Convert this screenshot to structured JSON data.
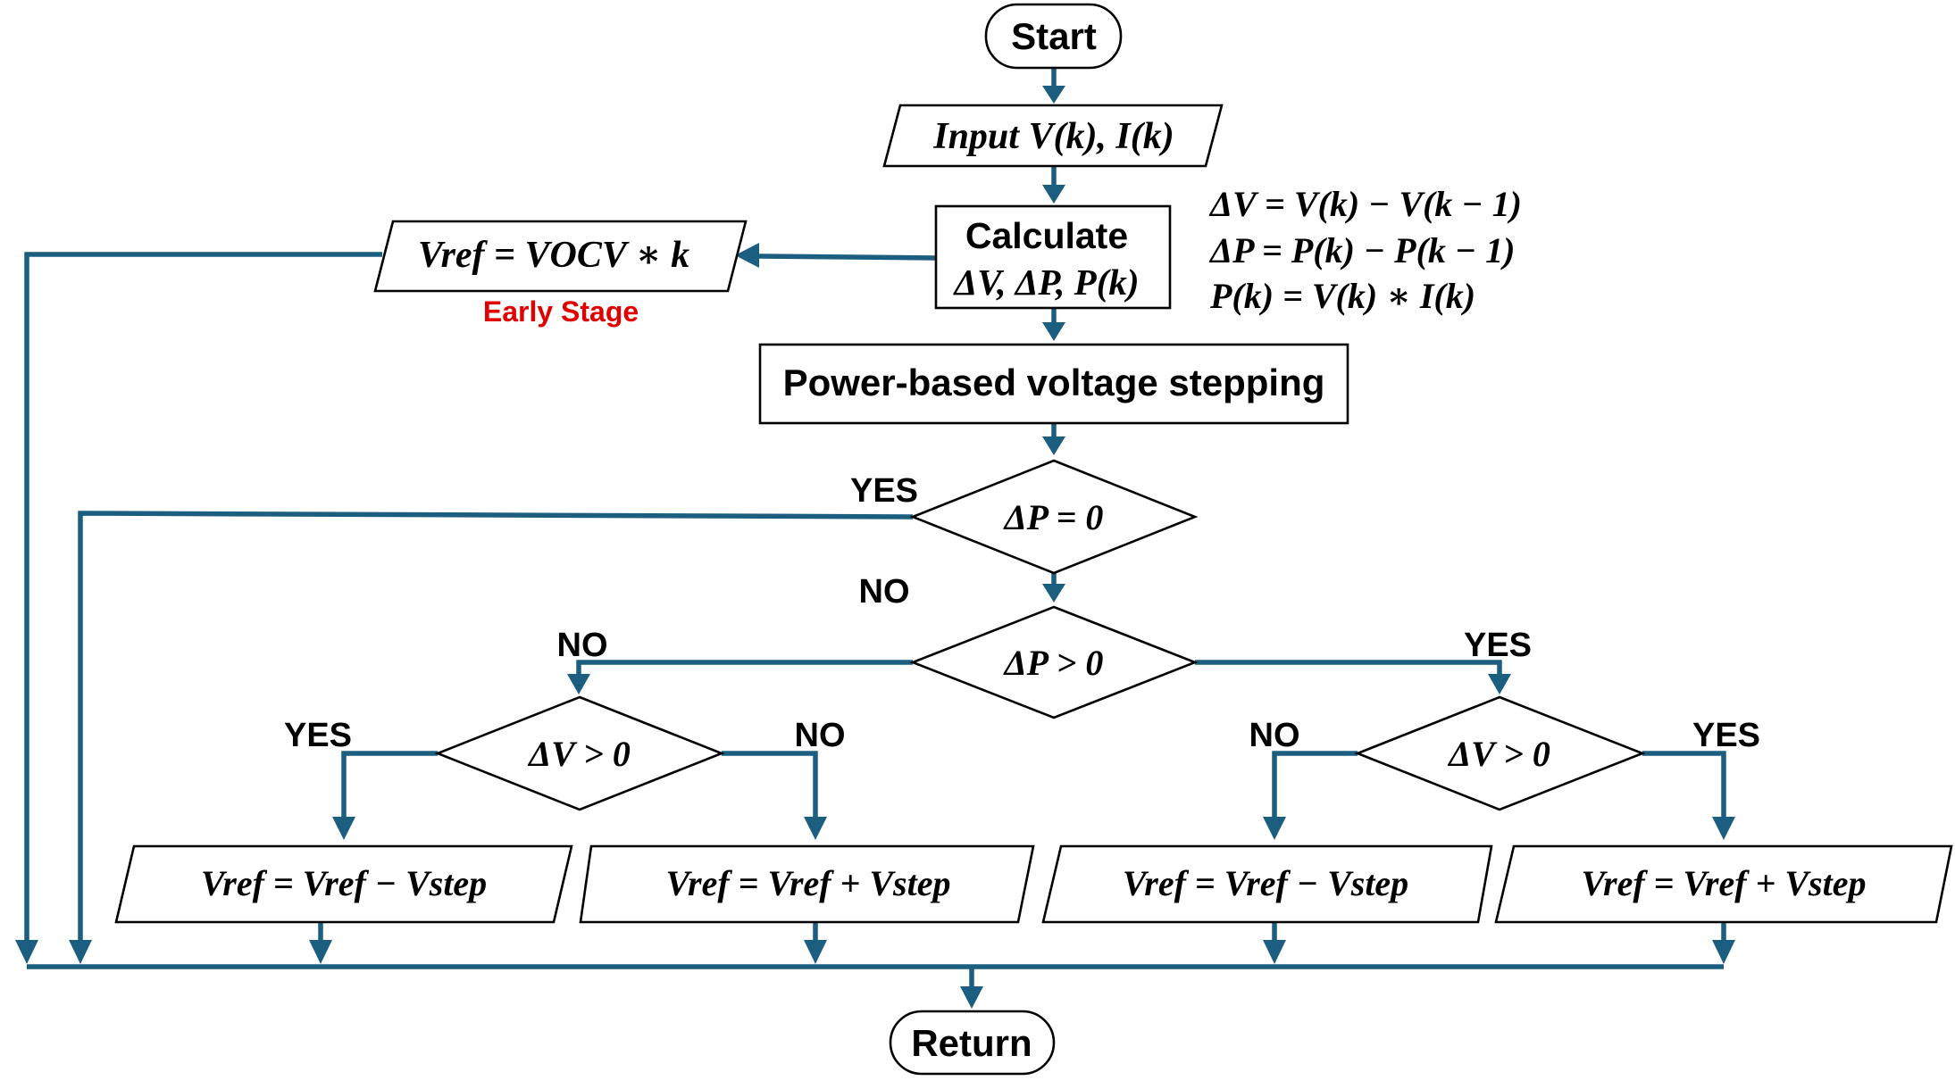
{
  "colors": {
    "connector": "#1b5e80",
    "outline": "#000000",
    "note": "#e00000"
  },
  "nodes": {
    "start": "Start",
    "input": "Input V(k), I(k)",
    "calc_line1": "Calculate",
    "calc_line2": "ΔV, ΔP, P(k)",
    "stepping": "Power-based voltage stepping",
    "dec_dp_zero": "ΔP = 0",
    "dec_dp_pos": "ΔP > 0",
    "dec_dv_left": "ΔV > 0",
    "dec_dv_right": "ΔV > 0",
    "ret": "Return"
  },
  "formulas": [
    "ΔV = V(k) − V(k − 1)",
    "ΔP = P(k) − P(k − 1)",
    "P(k) = V(k) ∗ I(k)"
  ],
  "early": {
    "formula": "Vref = VOCV ∗ k",
    "note": "Early Stage"
  },
  "outcomes": [
    "Vref = Vref − Vstep",
    "Vref = Vref + Vstep",
    "Vref = Vref − Vstep",
    "Vref = Vref + Vstep"
  ],
  "branch_labels": {
    "zero_yes": "YES",
    "zero_no": "NO",
    "pos_no": "NO",
    "pos_yes": "YES",
    "left_yes": "YES",
    "left_no": "NO",
    "right_no": "NO",
    "right_yes": "YES"
  }
}
